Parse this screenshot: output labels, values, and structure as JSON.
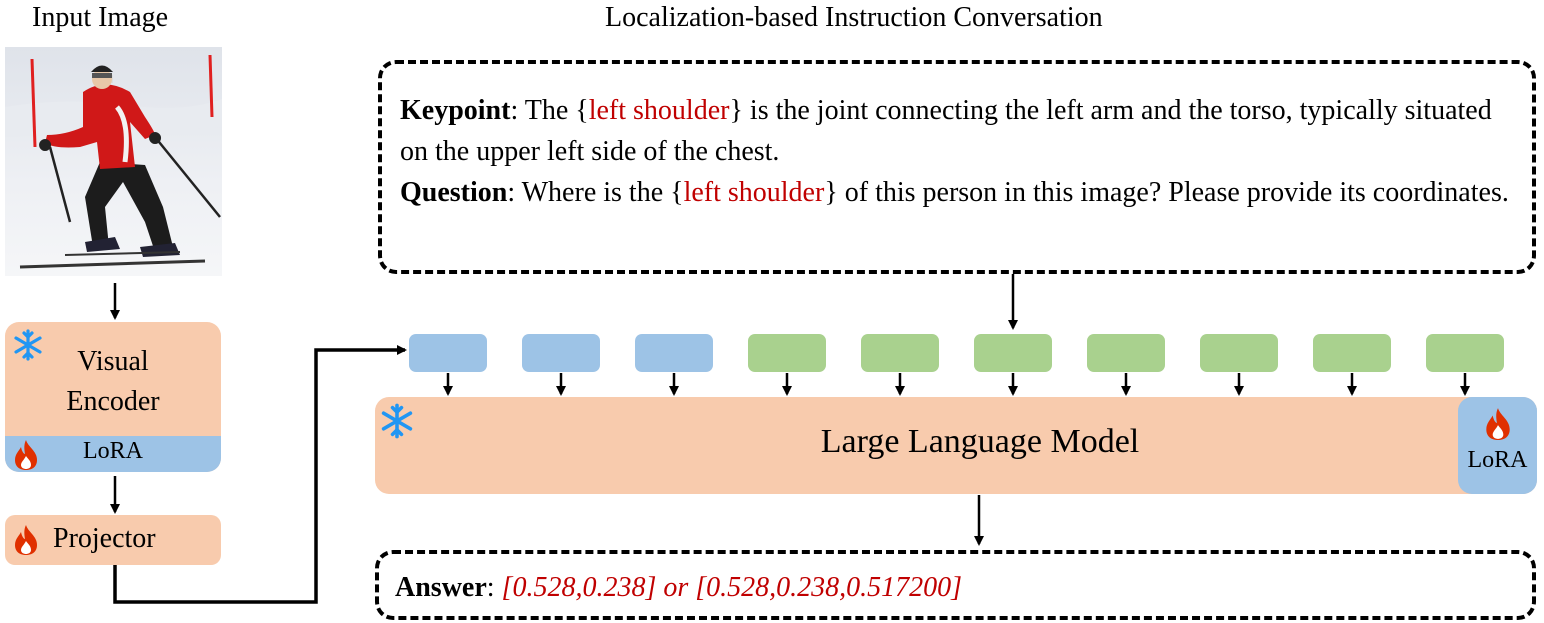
{
  "titles": {
    "input_image": "Input Image",
    "conversation": "Localization-based Instruction Conversation"
  },
  "icons": {
    "frozen": "snowflake-icon",
    "trainable": "flame-icon"
  },
  "colors": {
    "frozen_module": "#f8cbad",
    "visual_token": "#9dc3e6",
    "text_token": "#a9d18e",
    "lora": "#9dc3e6",
    "highlight": "#c00000",
    "snowflake": "#2196f3",
    "flame": "#e03000"
  },
  "modules": {
    "visual_encoder": "Visual\nEncoder",
    "encoder_lora": "LoRA",
    "projector": "Projector",
    "llm": "Large Language Model",
    "llm_lora": "LoRA"
  },
  "conversation": {
    "keypoint_label": "Keypoint",
    "keypoint_pre": ": The {",
    "keypoint_name": "left shoulder",
    "keypoint_post": "} is the joint connecting the left arm and the torso, typically situated on the upper left side of the chest.",
    "question_label": "Question",
    "question_pre": ": Where is the {",
    "question_name": "left shoulder",
    "question_post": "} of this person in this image? Please provide its coordinates."
  },
  "answer": {
    "label": "Answer",
    "sep": ": ",
    "value1": "[0.528,0.238]",
    "or": " or ",
    "value2": "[0.528,0.238,0.517200]"
  },
  "tokens": {
    "visual_count": 3,
    "text_count": 7
  }
}
